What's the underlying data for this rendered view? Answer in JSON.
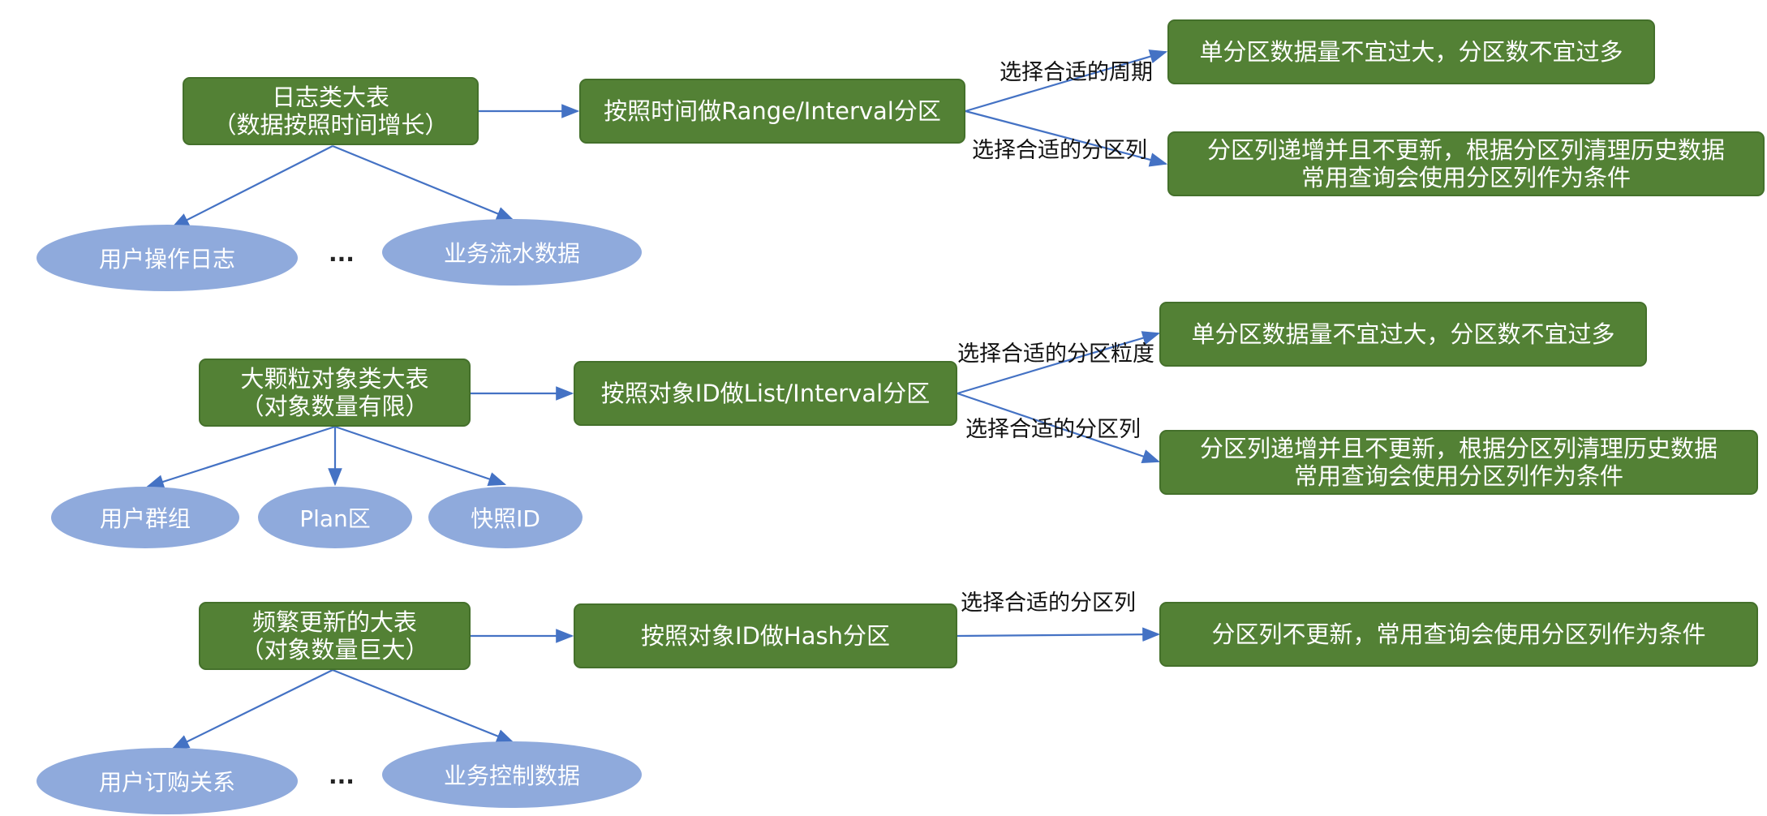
{
  "colors": {
    "box_fill": "#538135",
    "oval_fill": "#8faadc",
    "arrow": "#4472c4",
    "text_light": "#ffffff",
    "text_dark": "#111111"
  },
  "rows": [
    {
      "category": {
        "line1": "日志类大表",
        "line2": "（数据按照时间增长）"
      },
      "method": "按照时间做Range/Interval分区",
      "branches": [
        {
          "label": "选择合适的周期",
          "result": [
            "单分区数据量不宜过大，分区数不宜过多"
          ]
        },
        {
          "label": "选择合适的分区列",
          "result": [
            "分区列递增并且不更新，根据分区列清理历史数据",
            "常用查询会使用分区列作为条件"
          ]
        }
      ],
      "examples": [
        "用户操作日志",
        "业务流水数据"
      ],
      "ellipsis": "..."
    },
    {
      "category": {
        "line1": "大颗粒对象类大表",
        "line2": "（对象数量有限）"
      },
      "method": "按照对象ID做List/Interval分区",
      "branches": [
        {
          "label": "选择合适的分区粒度",
          "result": [
            "单分区数据量不宜过大，分区数不宜过多"
          ]
        },
        {
          "label": "选择合适的分区列",
          "result": [
            "分区列递增并且不更新，根据分区列清理历史数据",
            "常用查询会使用分区列作为条件"
          ]
        }
      ],
      "examples": [
        "用户群组",
        "Plan区",
        "快照ID"
      ]
    },
    {
      "category": {
        "line1": "频繁更新的大表",
        "line2": "（对象数量巨大）"
      },
      "method": "按照对象ID做Hash分区",
      "branches": [
        {
          "label": "选择合适的分区列",
          "result": [
            "分区列不更新，常用查询会使用分区列作为条件"
          ]
        }
      ],
      "examples": [
        "用户订购关系",
        "业务控制数据"
      ],
      "ellipsis": "..."
    }
  ]
}
